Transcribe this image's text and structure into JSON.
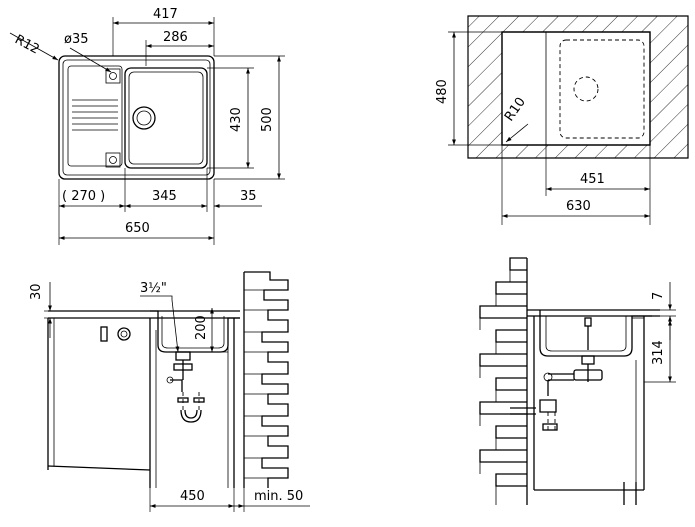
{
  "top_view": {
    "dim_417": "417",
    "dim_286": "286",
    "dim_r12": "R12",
    "dim_d35": "ø35",
    "dim_430": "430",
    "dim_500": "500",
    "dim_270": "( 270 )",
    "dim_345": "345",
    "dim_35": "35",
    "dim_650": "650"
  },
  "cutout_view": {
    "dim_480": "480",
    "dim_r10": "R10",
    "dim_451": "451",
    "dim_630": "630"
  },
  "side_view_left": {
    "dim_30": "30",
    "dim_thread": "3½\"",
    "dim_200": "200",
    "dim_450": "450",
    "dim_min50": "min. 50"
  },
  "side_view_right": {
    "dim_7": "7",
    "dim_314": "314"
  }
}
